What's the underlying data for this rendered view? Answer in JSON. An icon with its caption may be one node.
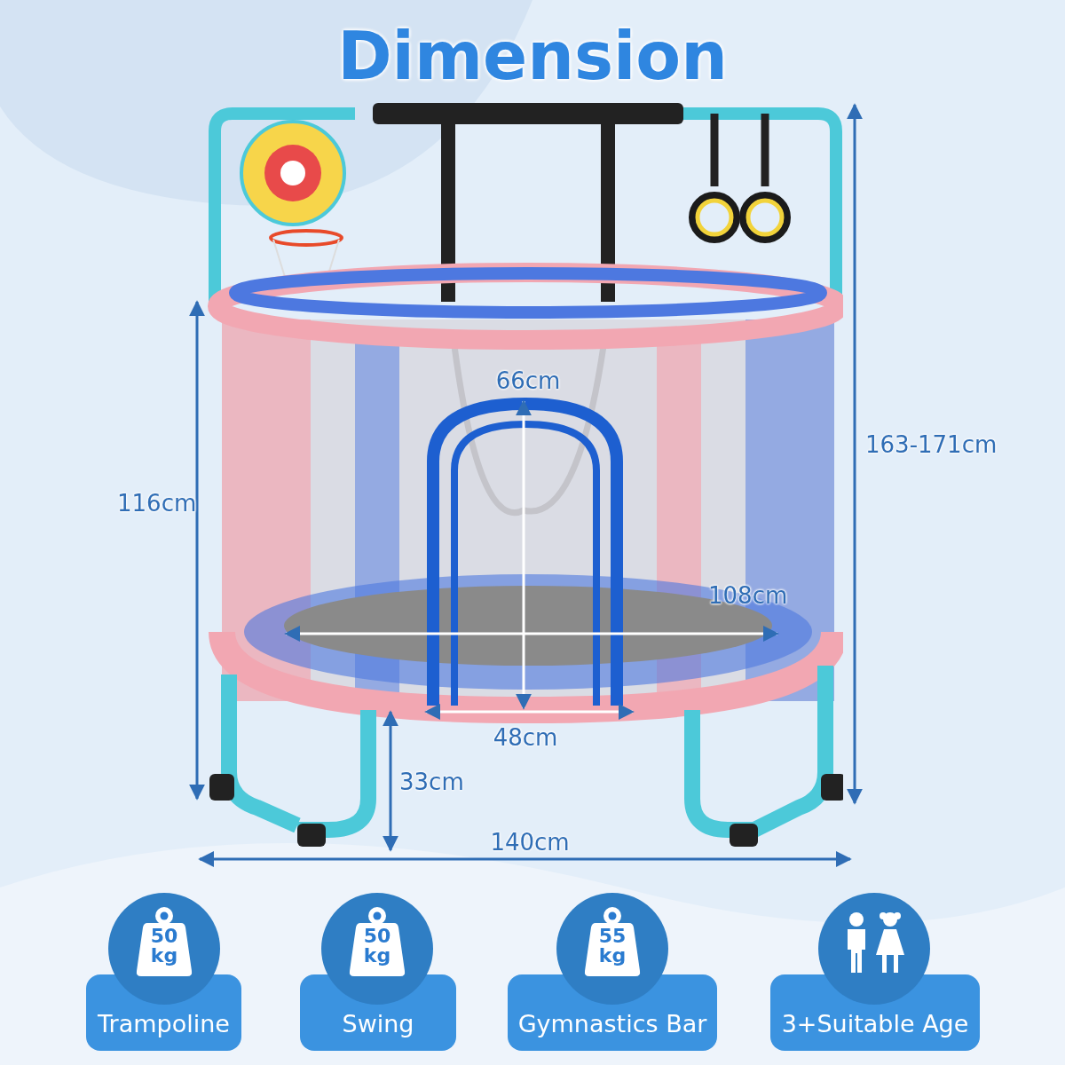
{
  "diagram": {
    "title": "Dimension",
    "nodes": [
      {
        "text": [
          "50 kg",
          "Trampoline"
        ]
      },
      {
        "text": [
          "50 kg",
          "Swing"
        ]
      },
      {
        "text": [
          "55 kg",
          "Gymnastics Bar"
        ]
      },
      {
        "text": [
          "3+Suitable Age"
        ]
      }
    ],
    "labels": [
      "66cm",
      "163-171cm",
      "116cm",
      "108cm",
      "48cm",
      "33cm",
      "140cm"
    ]
  }
}
